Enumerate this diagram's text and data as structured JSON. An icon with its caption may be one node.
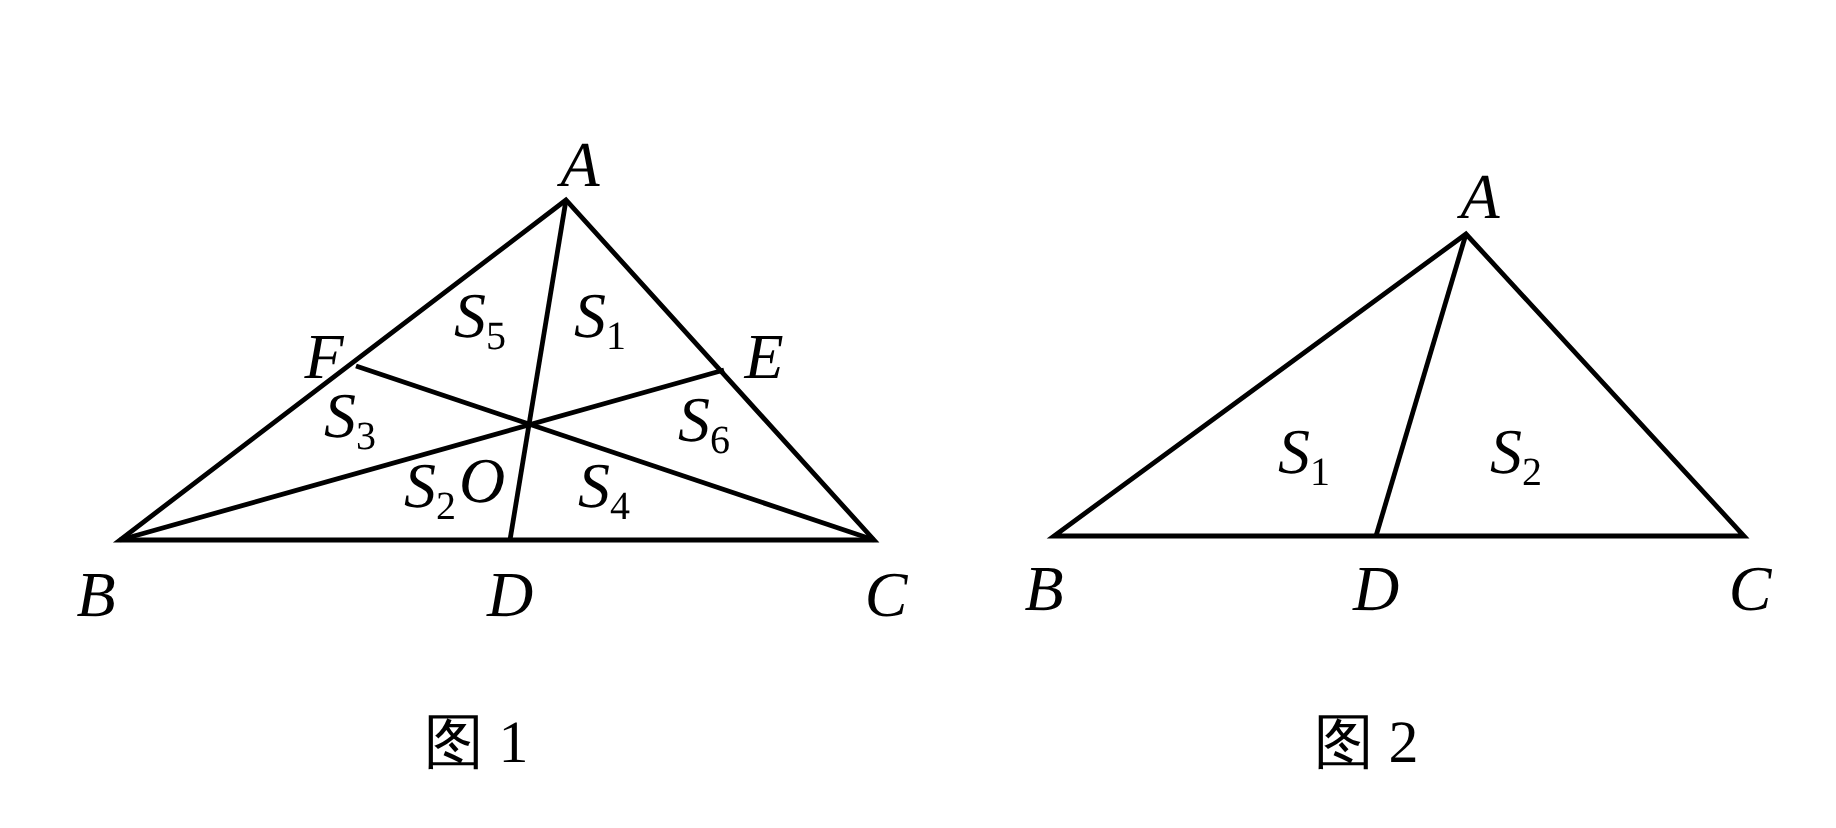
{
  "diagram": {
    "labels": [
      "A",
      "F",
      "S$_{5}$",
      "S$_{1}$",
      "E",
      "S$_{3}$",
      "O",
      "S$_{6}$",
      "S$_{2}$",
      "S$_{4}$",
      "B",
      "D",
      "C",
      "A",
      "S$_{1}$",
      "S$_{2}$",
      "B",
      "D",
      "C",
      "图 1",
      "图 2"
    ]
  }
}
